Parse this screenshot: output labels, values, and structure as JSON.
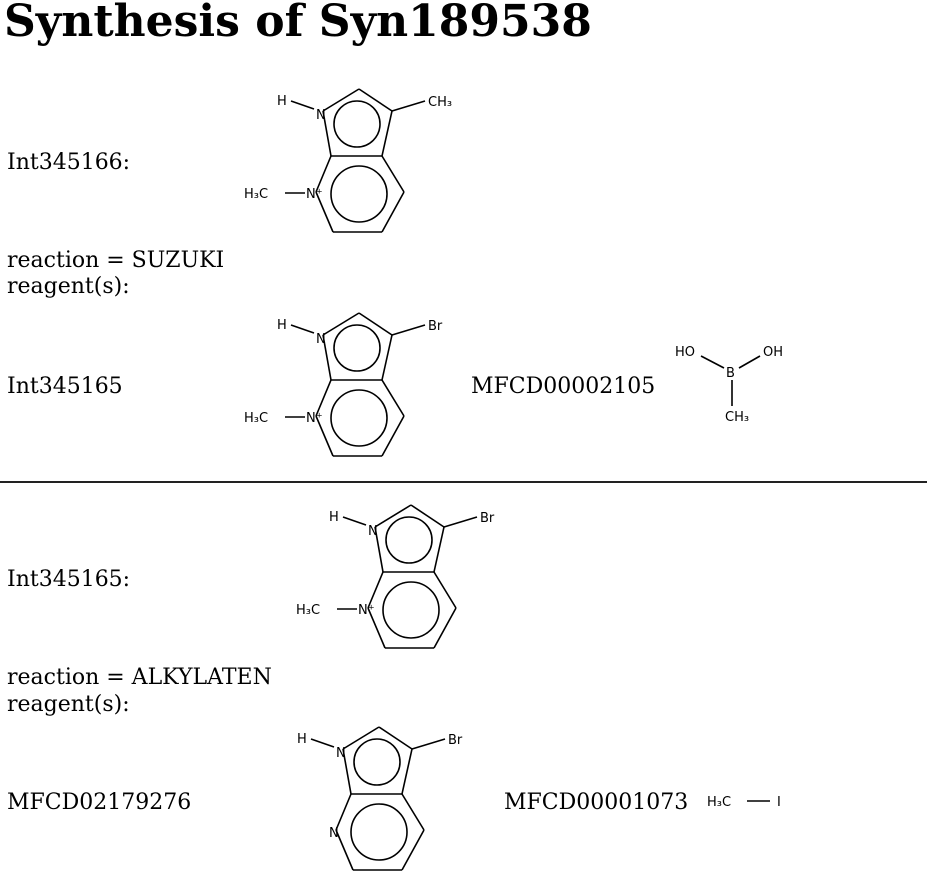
{
  "title": "Synthesis of Syn189538",
  "steps": [
    {
      "product_label": "Int345166:",
      "reaction_label": "reaction = SUZUKI",
      "reagents_label": "reagent(s):",
      "reagents": [
        "Int345165",
        "MFCD00002105"
      ],
      "structures": {
        "product": {
          "substituent": "CH₃",
          "n_methyl": "H₃C",
          "nh_h": "H",
          "n1": "N",
          "n_plus": "N⁺"
        },
        "reagent_1": {
          "substituent": "Br",
          "n_methyl": "H₃C",
          "nh_h": "H",
          "n1": "N",
          "n_plus": "N⁺"
        },
        "reagent_2": {
          "ho_left": "HO",
          "oh_right": "OH",
          "boron": "B",
          "methyl": "CH₃"
        }
      }
    },
    {
      "product_label": "Int345165:",
      "reaction_label": "reaction = ALKYLATEN",
      "reagents_label": "reagent(s):",
      "reagents": [
        "MFCD02179276",
        "MFCD00001073"
      ],
      "structures": {
        "product": {
          "substituent": "Br",
          "n_methyl": "H₃C",
          "nh_h": "H",
          "n1": "N",
          "n_plus": "N⁺"
        },
        "reagent_1": {
          "substituent": "Br",
          "nh_h": "H",
          "n1": "N",
          "n_pyridine": "N"
        },
        "reagent_2": {
          "methyl": "H₃C",
          "iodine": "I"
        }
      }
    }
  ]
}
